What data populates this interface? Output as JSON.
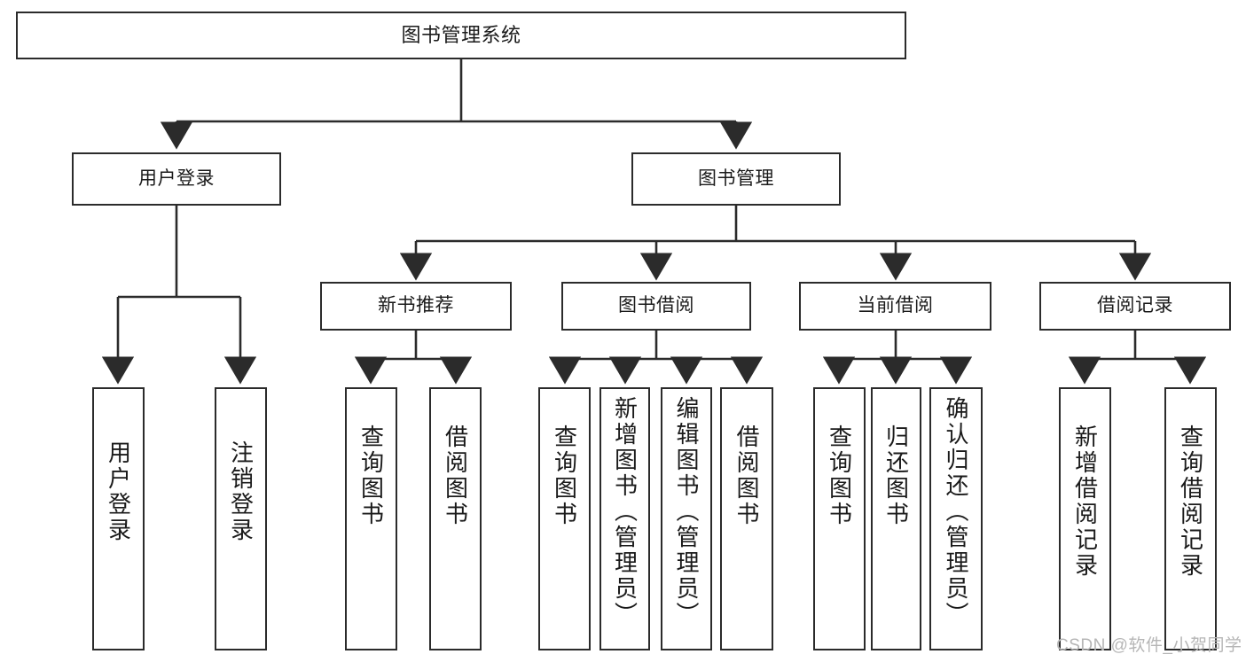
{
  "diagram": {
    "title_node": {
      "label": "图书管理系统"
    },
    "level2": [
      {
        "id": "user-login",
        "label": "用户登录"
      },
      {
        "id": "book-management",
        "label": "图书管理"
      }
    ],
    "level3": [
      {
        "id": "new-book-recommend",
        "label": "新书推荐"
      },
      {
        "id": "book-borrow",
        "label": "图书借阅"
      },
      {
        "id": "current-borrow",
        "label": "当前借阅"
      },
      {
        "id": "borrow-record",
        "label": "借阅记录"
      }
    ],
    "leaves": [
      {
        "id": "user-login-action",
        "label": "用户登录",
        "parent": "user-login"
      },
      {
        "id": "user-logout-action",
        "label": "注销登录",
        "parent": "user-login"
      },
      {
        "id": "query-book-1",
        "label": "查询图书",
        "parent": "new-book-recommend"
      },
      {
        "id": "borrow-book-1",
        "label": "借阅图书",
        "parent": "new-book-recommend"
      },
      {
        "id": "query-book-2",
        "label": "查询图书",
        "parent": "book-borrow"
      },
      {
        "id": "add-book-admin",
        "label": "新增图书（管理员）",
        "parent": "book-borrow"
      },
      {
        "id": "edit-book-admin",
        "label": "编辑图书（管理员）",
        "parent": "book-borrow"
      },
      {
        "id": "borrow-book-2",
        "label": "借阅图书",
        "parent": "book-borrow"
      },
      {
        "id": "query-book-3",
        "label": "查询图书",
        "parent": "current-borrow"
      },
      {
        "id": "return-book",
        "label": "归还图书",
        "parent": "current-borrow"
      },
      {
        "id": "confirm-return-admin",
        "label": "确认归还（管理员）",
        "parent": "current-borrow"
      },
      {
        "id": "add-borrow-record",
        "label": "新增借阅记录",
        "parent": "borrow-record"
      },
      {
        "id": "query-borrow-record",
        "label": "查询借阅记录",
        "parent": "borrow-record"
      }
    ]
  },
  "watermark": {
    "text": "CSDN @软件_小贺同学"
  },
  "colors": {
    "stroke": "#2b2b2b",
    "background": "#ffffff",
    "text": "#1a1a1a",
    "watermark": "#b6b6b6"
  }
}
